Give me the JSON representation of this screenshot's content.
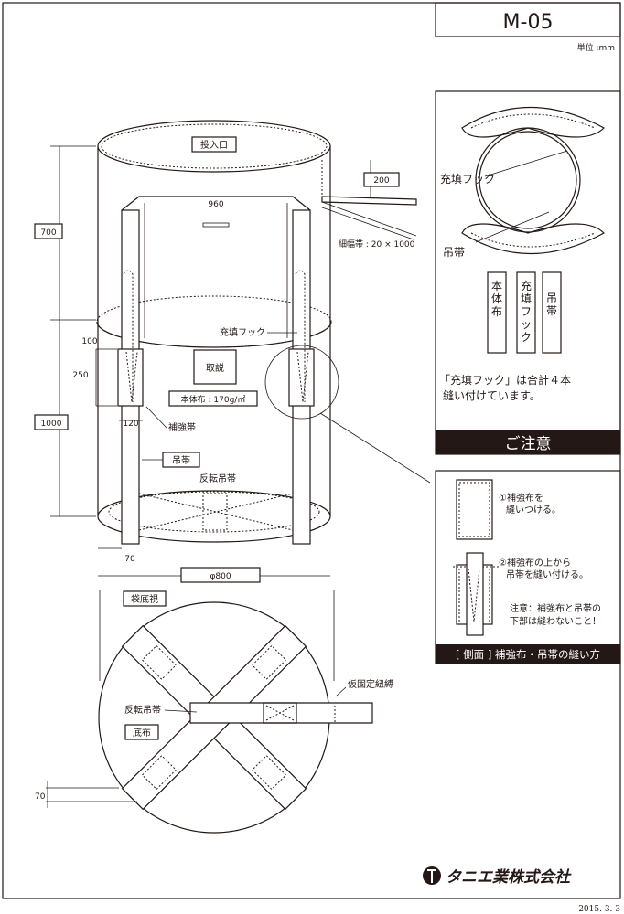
{
  "title": {
    "model": "M-05",
    "unit": "単位 :mm"
  },
  "front_view": {
    "inlet": "投入口",
    "dim_200": "200",
    "dim_960": "960",
    "narrow_band": "細幅帯 : 20 × 1000",
    "dim_700": "700",
    "dim_1000": "1000",
    "dim_100": "100",
    "dim_250": "250",
    "dim_120": "120",
    "dim_70": "70",
    "diameter": "φ800",
    "filling_hook": "充填フック",
    "manual": "取説",
    "body_fabric": "本体布 : 170g/㎡",
    "reinforce_band": "補強帯",
    "sling": "吊帯",
    "reverse_sling": "反転吊帯"
  },
  "bottom_view": {
    "title": "袋底視",
    "reverse_sling": "反転吊帯",
    "bottom_fabric": "底布",
    "temp_tie": "仮固定紐縛",
    "dim_70": "70"
  },
  "hook_panel": {
    "filling_hook": "充填フック",
    "sling": "吊帯",
    "legend": [
      "本体布",
      "充填フック",
      "吊帯"
    ],
    "note_line1": "「充填フック」は合計４本",
    "note_line2": "縫い付けています。",
    "caution": "ご注意"
  },
  "sewing_panel": {
    "step1_line1": "①補強布を",
    "step1_line2": "縫いつける。",
    "step2_line1": "②補強布の上から",
    "step2_line2": "吊帯を縫い付ける。",
    "warn_line1": "注意：補強布と吊帯の",
    "warn_line2": "下部は縫わないこと！",
    "footer": "[ 側面 ] 補強布・吊帯の縫い方"
  },
  "company": "タニエ業株式会社",
  "date": "2015. 3. 3"
}
